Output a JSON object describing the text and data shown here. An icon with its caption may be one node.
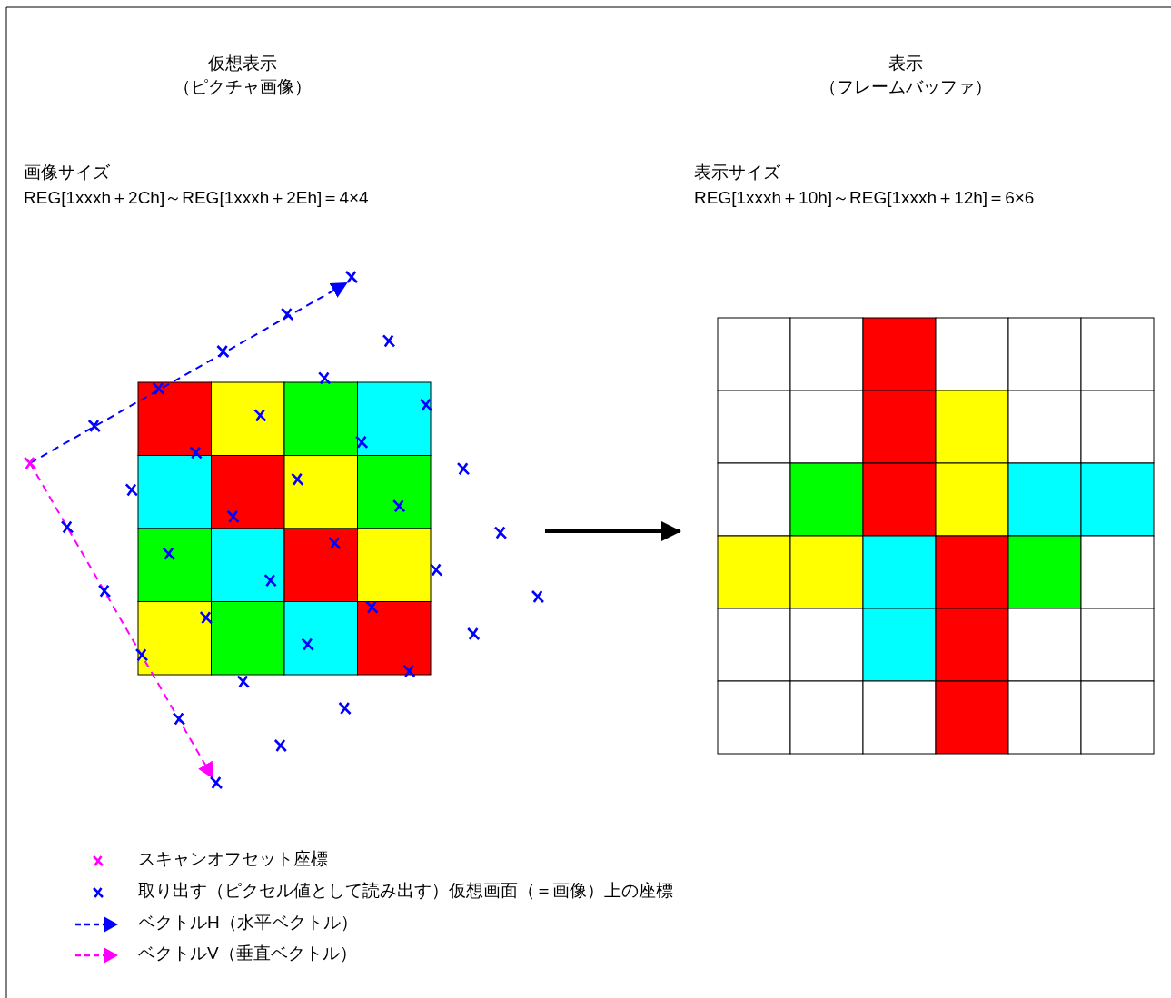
{
  "diagram": {
    "nodes": [
      {
        "text": [],
        "shape": "grid"
      },
      {
        "text": [],
        "shape": "grid"
      }
    ],
    "edges": [
      {
        "from": 0,
        "to": 1,
        "arrow": "to"
      }
    ],
    "labels": [
      "仮想表示",
      "（ピクチャ画像）",
      "画像サイズ",
      "REG[1xxxh＋2Ch]～REG[1xxxh＋2Eh]＝4×4",
      "表示",
      "（フレームバッファ）",
      "表示サイズ",
      "REG[1xxxh＋10h]～REG[1xxxh＋12h]＝6×6"
    ],
    "legend": [
      {
        "text": "スキャンオフセット座標"
      },
      {
        "text": "取り出す（ピクセル値として読み出す）仮想画面（＝画像）上の座標"
      },
      {
        "text": "ベクトルH（水平ベクトル）"
      },
      {
        "text": "ベクトルV（垂直ベクトル）"
      }
    ]
  }
}
